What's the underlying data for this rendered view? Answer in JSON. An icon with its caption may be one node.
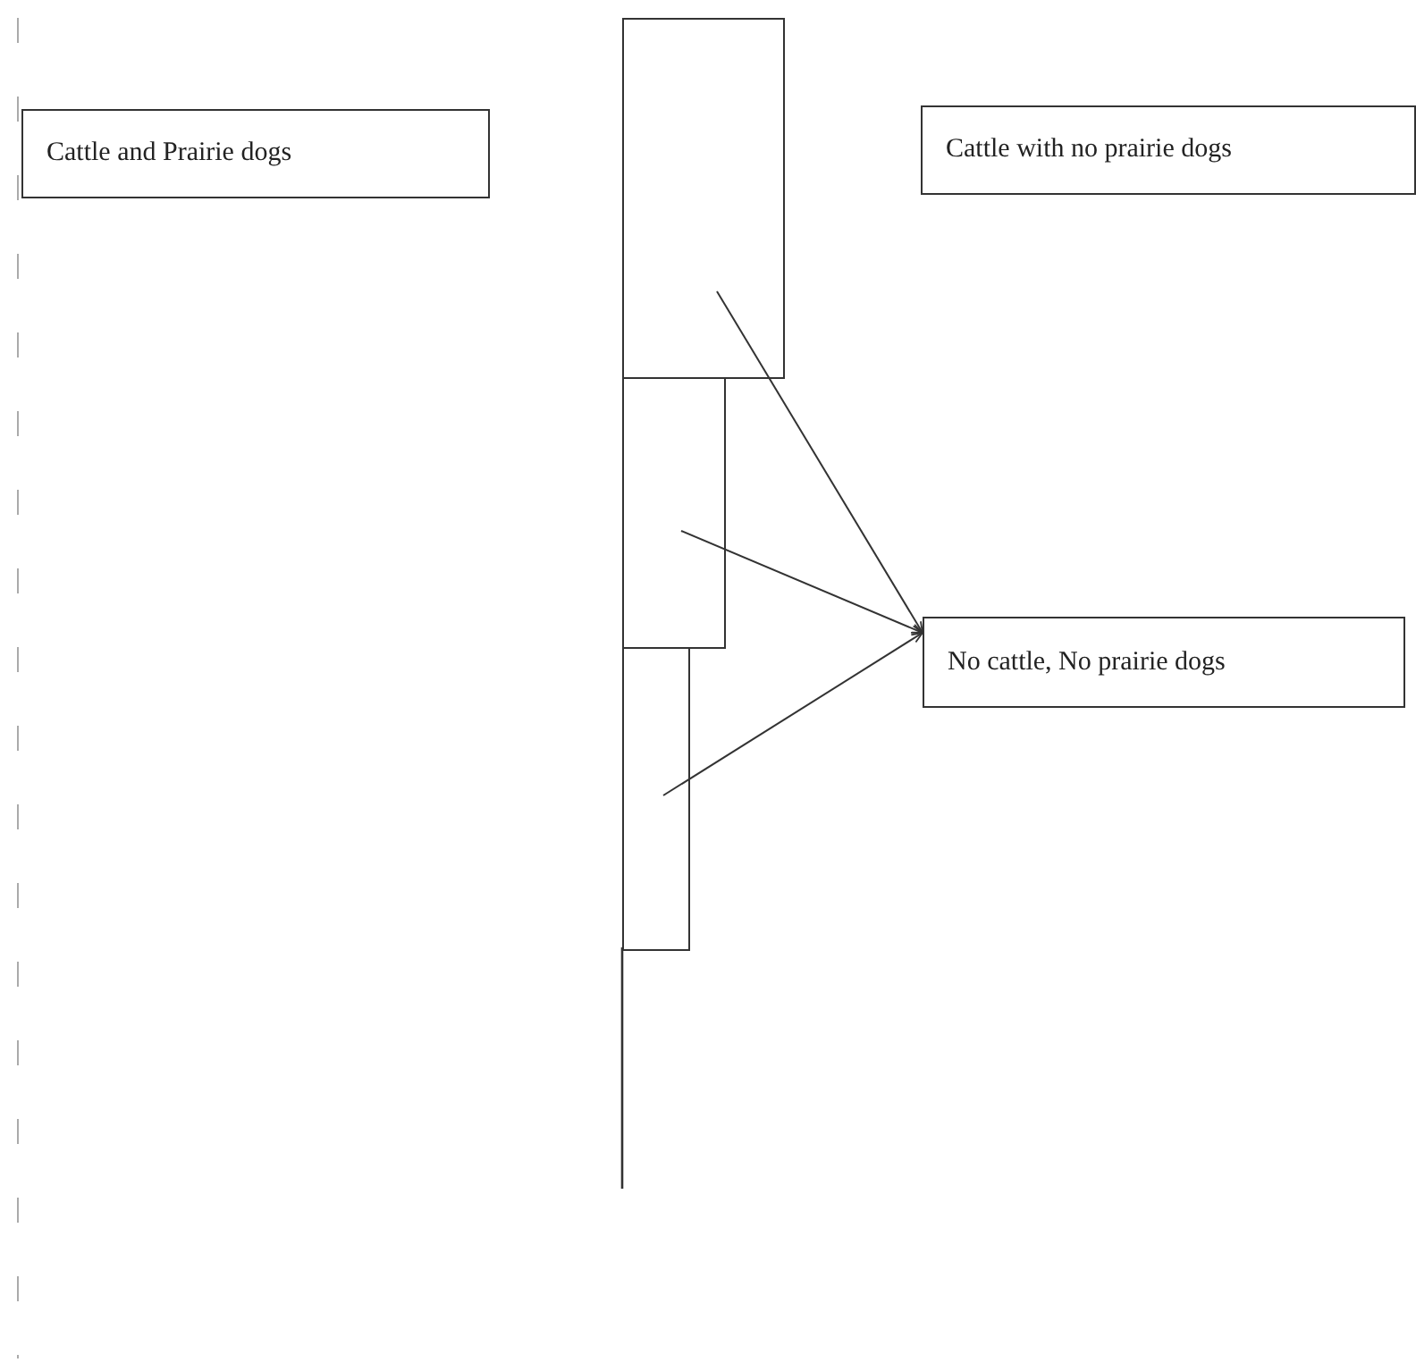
{
  "diagram": {
    "nodes": [
      {
        "text": [
          "Cattle and Prairie dogs"
        ]
      },
      {
        "text": [
          "Cattle with no prairie dogs"
        ]
      },
      {
        "text": [],
        "shape": "bar"
      },
      {
        "text": [],
        "shape": "bar"
      },
      {
        "text": [],
        "shape": "bar"
      },
      {
        "text": [
          "No cattle, No prairie dogs"
        ]
      }
    ],
    "edges": [
      {
        "from": 2,
        "to": 5,
        "arrow": "to"
      },
      {
        "from": 3,
        "to": 5,
        "arrow": "to"
      },
      {
        "from": 4,
        "to": 5,
        "arrow": "to"
      }
    ]
  }
}
